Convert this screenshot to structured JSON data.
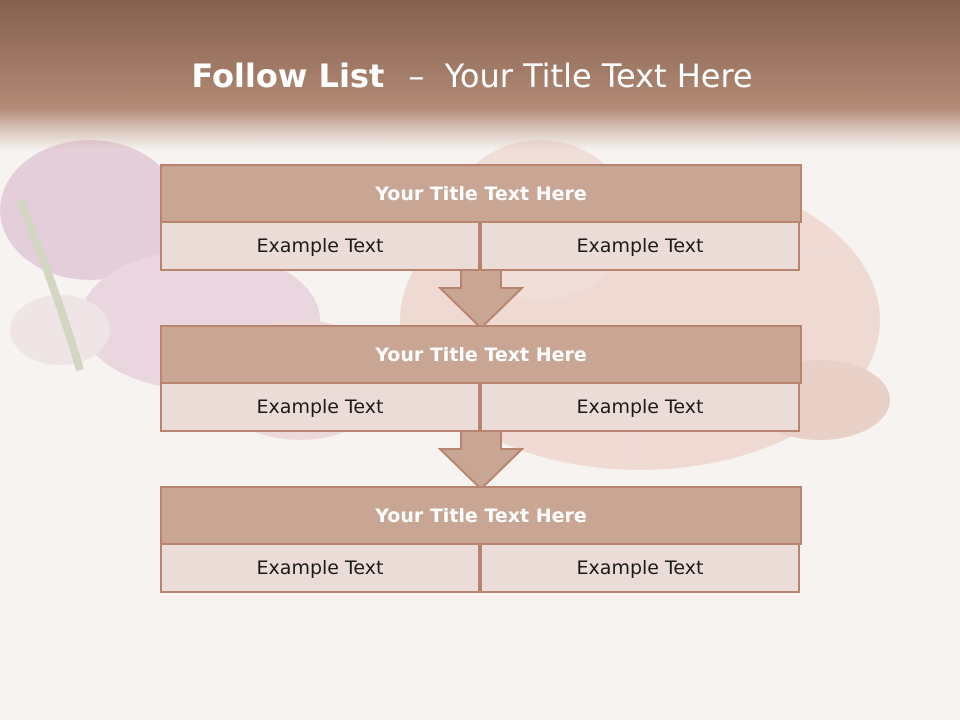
{
  "slide": {
    "title_bold": "Follow List",
    "title_separator": "–",
    "title_rest": "Your Title Text Here"
  },
  "steps": [
    {
      "title": "Your Title Text Here",
      "left": "Example Text",
      "right": "Example Text"
    },
    {
      "title": "Your Title Text Here",
      "left": "Example Text",
      "right": "Example Text"
    },
    {
      "title": "Your Title Text Here",
      "left": "Example Text",
      "right": "Example Text"
    }
  ],
  "colors": {
    "header_brown": "#a07a66",
    "block_head_fill": "#c9a593",
    "cell_fill": "#ecdcd8",
    "border": "#b8846d",
    "arrow_fill": "#c9a593"
  },
  "icons": [
    "down-arrow-icon",
    "down-arrow-icon"
  ]
}
